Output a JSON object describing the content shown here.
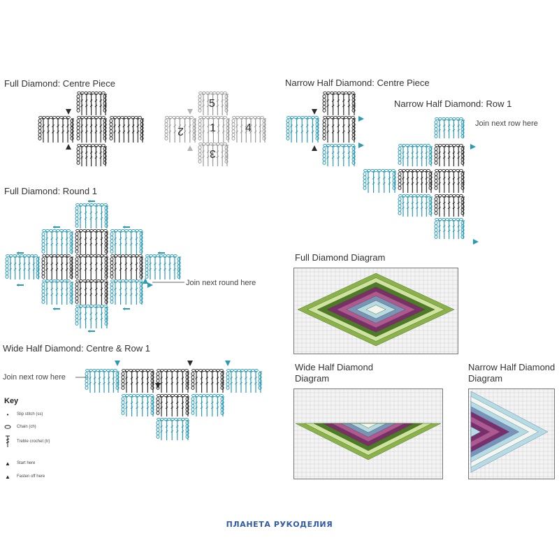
{
  "titles": {
    "full_centre": "Full Diamond: Centre Piece",
    "narrow_centre": "Narrow Half Diamond: Centre Piece",
    "narrow_row1": "Narrow Half Diamond: Row 1",
    "full_round1": "Full Diamond: Round 1",
    "wide_centre_row1": "Wide Half Diamond: Centre & Row 1",
    "full_diagram": "Full Diamond Diagram",
    "wide_diagram": "Wide Half Diamond Diagram",
    "narrow_diagram": "Narrow Half Diamond Diagram"
  },
  "notes": {
    "join_next_row_1": "Join next row here",
    "join_next_round": "Join next round here",
    "join_next_row_2": "Join next row here"
  },
  "numbers": {
    "n1": "1",
    "n2": "2",
    "n3": "3",
    "n4": "4",
    "n5": "5"
  },
  "key": {
    "title": "Key",
    "items": [
      {
        "label": "Slip stitch (ss)",
        "icon": "slip-stitch-icon"
      },
      {
        "label": "Chain (ch)",
        "icon": "chain-icon"
      },
      {
        "label": "Treble crochet (tr)",
        "icon": "treble-crochet-icon"
      },
      {
        "label": "Start here",
        "icon": "start-arrow-icon"
      },
      {
        "label": "Fasten off here",
        "icon": "fasten-off-icon"
      }
    ]
  },
  "footer": "ПЛАНЕТА РУКОДЕЛИЯ",
  "colors": {
    "round_black": "#2b2b2b",
    "round_teal": "#2a9bb5",
    "numbered_grey": "#9a9a9a",
    "grid_line": "#d0d0d0",
    "diamond_bands": [
      "#8bb24a",
      "#cfe3a0",
      "#4f7a28",
      "#7a2f6a",
      "#b0588f",
      "#7a93b8",
      "#b6dbe2",
      "#f2f6ee"
    ]
  }
}
